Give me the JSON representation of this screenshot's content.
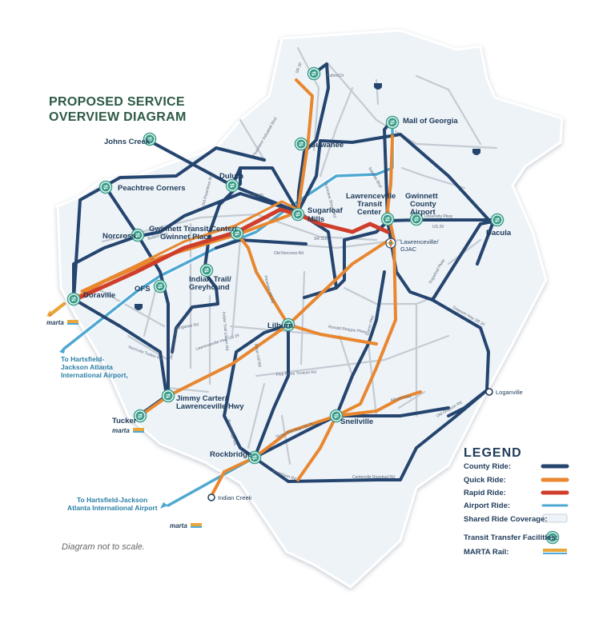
{
  "title_line1": "PROPOSED SERVICE",
  "title_line2": "OVERVIEW DIAGRAM",
  "note": "Diagram not to scale.",
  "legend": {
    "title": "LEGEND",
    "items": [
      {
        "label": "County Ride:",
        "color": "#25456f"
      },
      {
        "label": "Quick Ride:",
        "color": "#e8872f"
      },
      {
        "label": "Rapid Ride:",
        "color": "#cf3e2a"
      },
      {
        "label": "Airport Ride:",
        "color": "#4fa8d2"
      },
      {
        "label": "Shared Ride Coverage:",
        "color": "#eef3f8"
      },
      {
        "label": "Transit Transfer Facilities:",
        "color": "#3a9e8a"
      },
      {
        "label": "MARTA Rail:",
        "color": "#e8a73a"
      }
    ]
  },
  "stations": {
    "johns_creek": "Johns Creek",
    "peachtree_corners": "Peachtree Corners",
    "norcross": "Norcross",
    "doraville": "Doraville",
    "ofs": "OFS",
    "duluth": "Duluth",
    "suwanee": "Suwanee",
    "mall_of_georgia": "Mall of Georgia",
    "gtc_1": "Gwinnett Transit Center/",
    "gtc_2": "Gwinnet Place",
    "sugarloaf_1": "Sugarloaf",
    "sugarloaf_2": "Mills",
    "ltc_1": "Lawrenceville",
    "ltc_2": "Transit",
    "ltc_3": "Center",
    "gca_1": "Gwinnett",
    "gca_2": "County",
    "gca_3": "Airport",
    "dacula": "Dacula",
    "lgjac_1": "Lawrenceville/",
    "lgjac_2": "GJAC",
    "indian_trail_1": "Indian Trail/",
    "indian_trail_2": "Greyhound",
    "lilburn": "Lilburn",
    "jc_1": "Jimmy Carter/",
    "jc_2": "Lawrenceville Hwy",
    "tucker": "Tucker",
    "snellville": "Snellville",
    "rockbridge": "Rockbridge",
    "loganville": "Loganville",
    "indian_creek": "Indian Creek"
  },
  "airport_labels": {
    "a1_1": "To Hartsfield-",
    "a1_2": "Jackson Atlanta",
    "a1_3": "International Airport,",
    "a2_1": "To Hartsfield-Jackson",
    "a2_2": "Atlanta International Airport"
  },
  "marta_logo": "marta",
  "roads": {
    "r1": "SR 20",
    "r2": "Buford Dr",
    "r3": "Peachtree Industrial Blvd",
    "r4": "Buford Hwy",
    "r5": "SR 120",
    "r6": "SR 316",
    "r7": "US 29",
    "r8": "University Pkwy",
    "r9": "Old Norcross Rd",
    "r10": "Lawrenceville Hwy US 29",
    "r11": "Five Forks Trickum Rd",
    "r12": "Stone Mtn Hwy US 78",
    "r13": "Centerville Rosebud Rd",
    "r14": "Athens Hwy",
    "r15": "Jimmy Carter Blvd",
    "r16": "Pleasant Hill Rd",
    "r17": "Scenic Hwy",
    "r18": "Ronald Reagan Pkwy",
    "r19": "Grayson Hwy SR 20",
    "r20": "Sugarloaf Pkwy",
    "r21": "Old Peachtree Rd",
    "r22": "Norcross Tucker Rd",
    "r23": "Satellite Blvd",
    "r24": "Indian Trail Lilburn Rd",
    "r25": "Killian Hill Rd",
    "r26": "Rockbridge Rd",
    "r27": "Annistown Rd",
    "r28": "Hurricane Shoals Rd",
    "r29": "Old Grayson Rd",
    "r30": "Singleton Rd"
  }
}
